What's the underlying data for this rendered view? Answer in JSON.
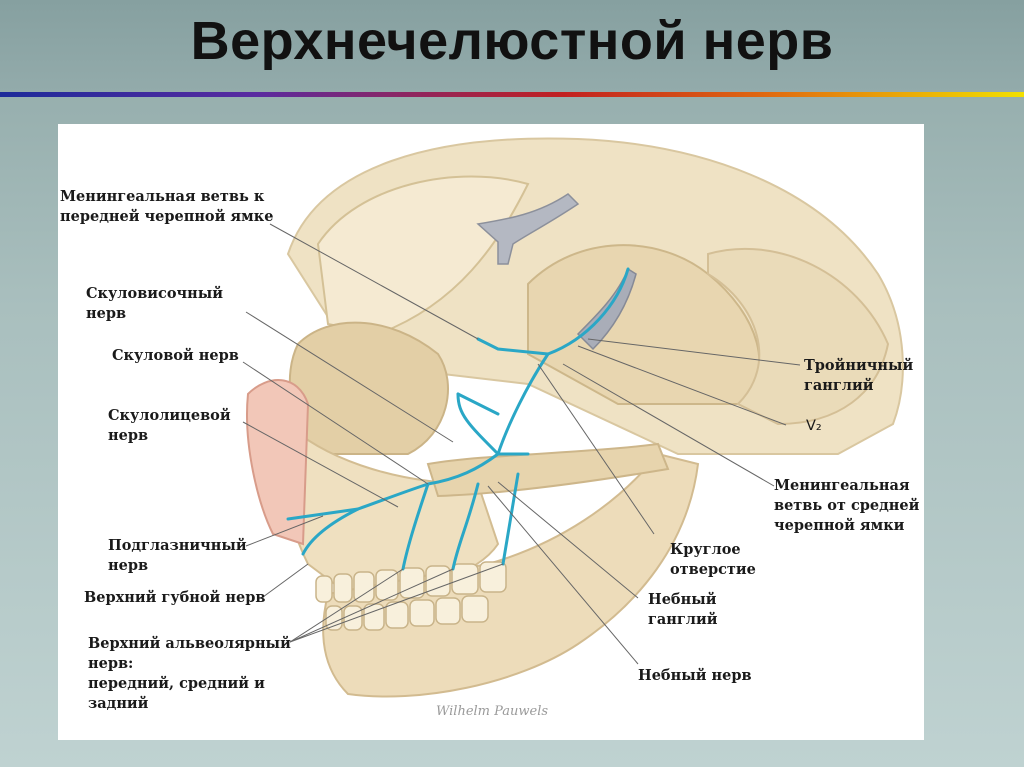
{
  "slide": {
    "title": "Верхнечелюстной нерв"
  },
  "diagram": {
    "signature": "Wilhelm Pauwels",
    "labels": {
      "meningeal_anterior": "Менингеальная ветвь к\n передней черепной ямке",
      "zygomaticotemporal": "Скуловисочный\nнерв",
      "zygomatic": "Скуловой нерв",
      "zygomaticofacial": "Скулолицевой\nнерв",
      "infraorbital": "Подглазничный\nнерв",
      "superior_labial": "Верхний губной нерв",
      "superior_alveolar": "Верхний альвеолярный\nнерв:\nпередний, средний и\nзадний",
      "trigeminal_ganglion": "Тройничный\nганглий",
      "v2": "V₂",
      "meningeal_middle": "Менингеальная\nветвь от средней\nчерепной ямки",
      "foramen_rotundum": "Круглое\nотверстие",
      "pterygopalatine_ganglion": "Небный\nганглий",
      "palatine_nerve": "Небный нерв"
    },
    "colors": {
      "nerve": "#2aa7c6",
      "bone": "#eedfbf",
      "bone_shadow": "#d8c39b",
      "leader": "#666666"
    }
  }
}
